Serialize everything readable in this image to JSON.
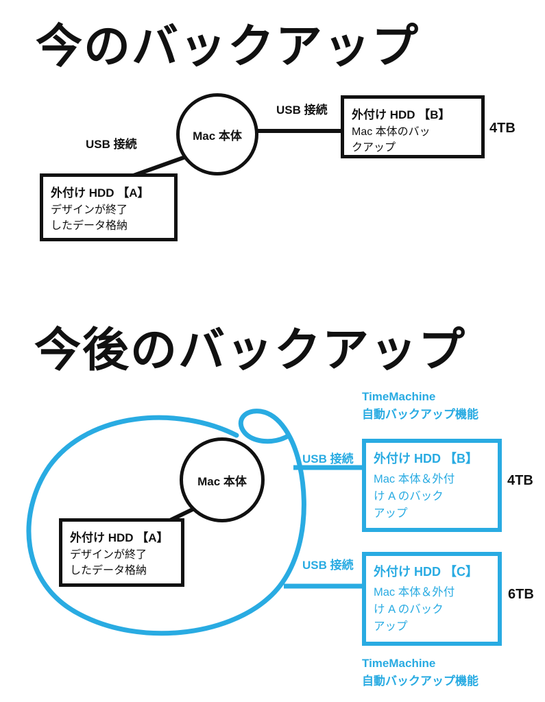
{
  "colors": {
    "accent_blue": "#29abe2",
    "ink_black": "#111111"
  },
  "current": {
    "title": "今のバックアップ",
    "mac": "Mac 本体",
    "usb_left": "USB 接続",
    "usb_right": "USB 接続",
    "hdd_a": {
      "title": "外付け HDD 【A】",
      "body": "デザインが終了\nしたデータ格納"
    },
    "hdd_b": {
      "title": "外付け HDD 【B】",
      "body": "Mac 本体のバッ\nクアップ",
      "capacity": "4TB"
    }
  },
  "future": {
    "title": "今後のバックアップ",
    "mac": "Mac 本体",
    "usb_top": "USB 接続",
    "usb_bottom": "USB 接続",
    "timemachine_top": "TimeMachine\n自動バックアップ機能",
    "timemachine_bottom": "TimeMachine\n自動バックアップ機能",
    "hdd_a": {
      "title": "外付け HDD 【A】",
      "body": "デザインが終了\nしたデータ格納"
    },
    "hdd_b": {
      "title": "外付け HDD 【B】",
      "body": "Mac 本体＆外付\nけ A のバック\nアップ",
      "capacity": "4TB"
    },
    "hdd_c": {
      "title": "外付け HDD 【C】",
      "body": "Mac 本体＆外付\nけ A のバック\nアップ",
      "capacity": "6TB"
    }
  }
}
